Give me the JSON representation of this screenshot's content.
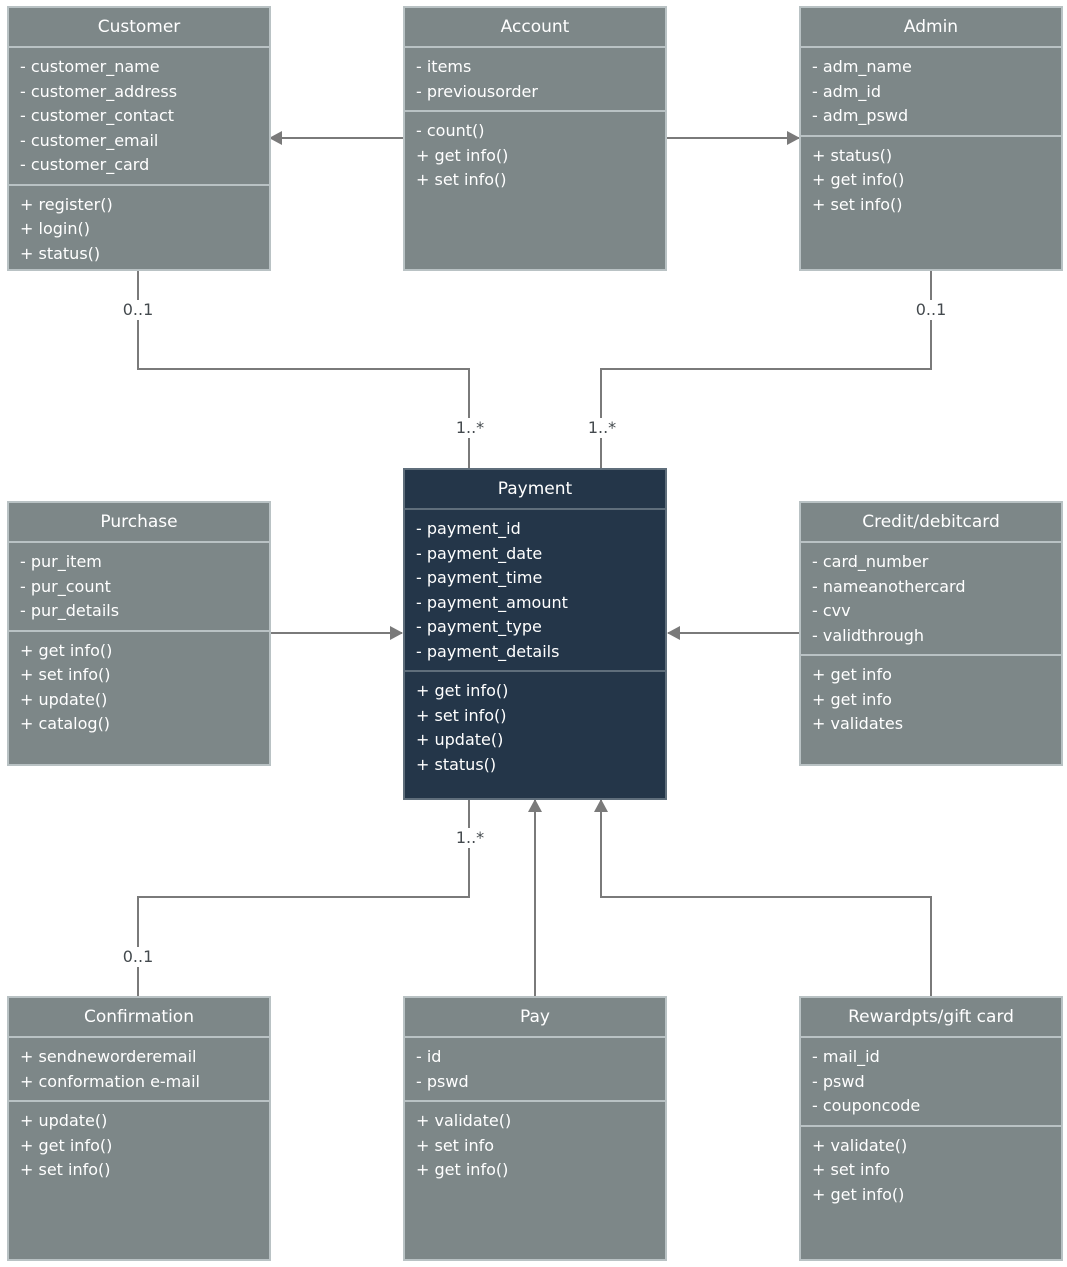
{
  "classes": {
    "customer": {
      "name": "Customer",
      "attributes": [
        "- customer_name",
        "- customer_address",
        "- customer_contact",
        "- customer_email",
        "- customer_card"
      ],
      "methods": [
        "+ register()",
        "+ login()",
        "+ status()"
      ]
    },
    "account": {
      "name": "Account",
      "attributes": [
        "- items",
        "- previousorder"
      ],
      "methods": [
        "- count()",
        "+ get info()",
        "+ set info()"
      ]
    },
    "admin": {
      "name": "Admin",
      "attributes": [
        "- adm_name",
        "- adm_id",
        "- adm_pswd"
      ],
      "methods": [
        "+ status()",
        "+ get info()",
        "+ set info()"
      ]
    },
    "purchase": {
      "name": "Purchase",
      "attributes": [
        "- pur_item",
        "- pur_count",
        "- pur_details"
      ],
      "methods": [
        "+ get info()",
        "+ set info()",
        "+ update()",
        "+ catalog()"
      ]
    },
    "payment": {
      "name": "Payment",
      "attributes": [
        "- payment_id",
        "- payment_date",
        "- payment_time",
        "- payment_amount",
        "- payment_type",
        "- payment_details"
      ],
      "methods": [
        "+ get info()",
        "+ set info()",
        "+ update()",
        "+ status()"
      ]
    },
    "creditcard": {
      "name": "Credit/debitcard",
      "attributes": [
        "- card_number",
        "- nameanothercard",
        "- cvv",
        "- validthrough"
      ],
      "methods": [
        "+ get info",
        "+ get info",
        "+ validates"
      ]
    },
    "confirmation": {
      "name": "Confirmation",
      "attributes": [
        "+ sendneworderemail",
        "+ conformation e-mail"
      ],
      "methods": [
        "+ update()",
        "+ get info()",
        "+ set info()"
      ]
    },
    "pay": {
      "name": "Pay",
      "attributes": [
        "- id",
        "- pswd"
      ],
      "methods": [
        "+ validate()",
        "+ set info",
        "+ get info()"
      ]
    },
    "rewards": {
      "name": "Rewardpts/gift card",
      "attributes": [
        "- mail_id",
        "- pswd",
        "- couponcode"
      ],
      "methods": [
        "+ validate()",
        "+ set info",
        "+ get info()"
      ]
    }
  },
  "multiplicities": {
    "customer_end": "0..1",
    "customer_payment_end": "1..*",
    "admin_end": "0..1",
    "admin_payment_end": "1..*",
    "payment_confirmation_end": "1..*",
    "confirmation_end": "0..1"
  },
  "colors": {
    "box_fill": "#7d8788",
    "box_border": "#b9c2c4",
    "highlight_fill": "#243649",
    "line": "#7a7a7a"
  }
}
